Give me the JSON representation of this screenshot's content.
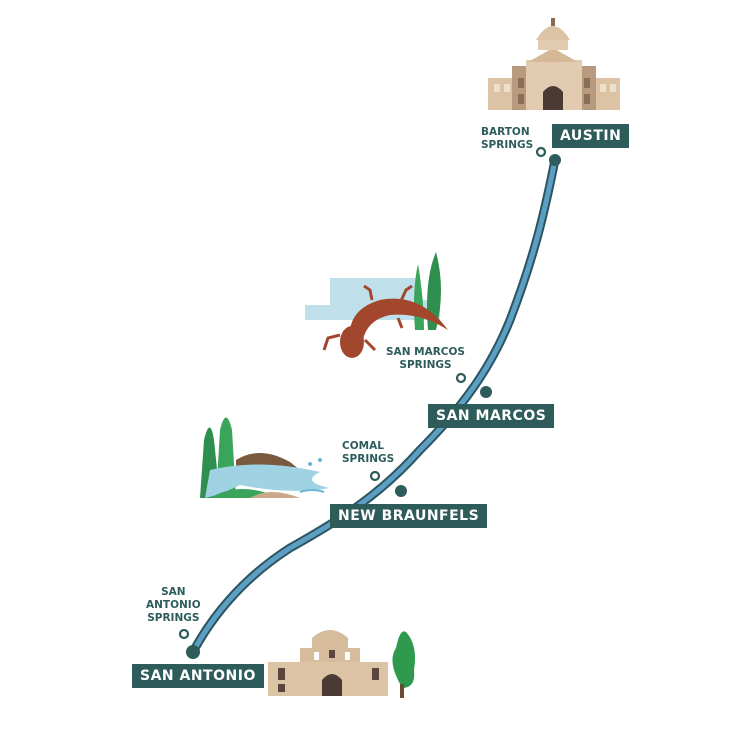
{
  "cities": [
    {
      "name": "AUSTIN"
    },
    {
      "name": "SAN MARCOS"
    },
    {
      "name": "NEW BRAUNFELS"
    },
    {
      "name": "SAN ANTONIO"
    }
  ],
  "springs": [
    {
      "name": "BARTON\nSPRINGS"
    },
    {
      "name": "SAN MARCOS\nSPRINGS"
    },
    {
      "name": "COMAL\nSPRINGS"
    },
    {
      "name": "SAN\nANTONIO\nSPRINGS"
    }
  ],
  "colors": {
    "label_bg": "#2d5c5b",
    "river": "#5d9fc2",
    "river_edge": "#2b5563",
    "building": "#d8bfa3"
  }
}
